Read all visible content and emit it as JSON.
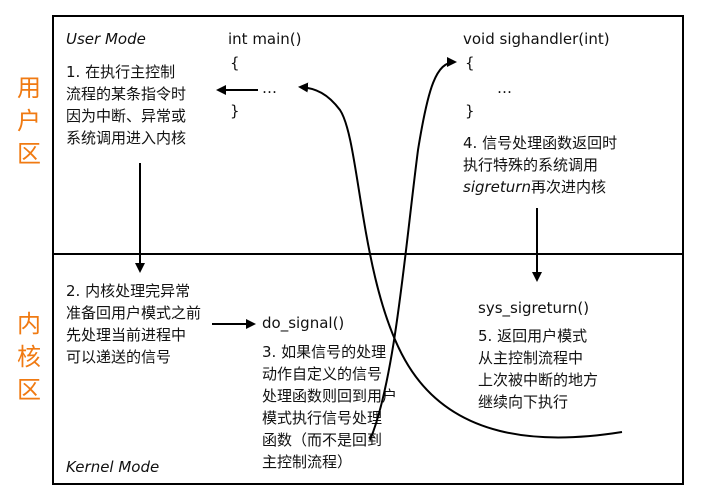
{
  "side_labels": {
    "user": [
      "用",
      "户",
      "区"
    ],
    "kernel": [
      "内",
      "核",
      "区"
    ]
  },
  "modes": {
    "user": "User Mode",
    "kernel": "Kernel Mode"
  },
  "code": {
    "main": "int main()",
    "main_open": "{",
    "main_dots": "…",
    "main_close": "}",
    "handler": "void sighandler(int)",
    "handler_open": "{",
    "handler_dots": "…",
    "handler_close": "}",
    "do_signal": "do_signal()",
    "sys_sigreturn": "sys_sigreturn()"
  },
  "steps": {
    "step1": [
      "1. 在执行主控制",
      "流程的某条指令时",
      "因为中断、异常或",
      "系统调用进入内核"
    ],
    "step2": [
      "2. 内核处理完异常",
      "准备回用户模式之前",
      "先处理当前进程中",
      "可以递送的信号"
    ],
    "step3": [
      "3. 如果信号的处理",
      "动作自定义的信号",
      "处理函数则回到用户",
      "模式执行信号处理",
      "函数（而不是回到",
      "主控制流程）"
    ],
    "step4_lines": [
      "4. 信号处理函数返回时",
      "执行特殊的系统调用"
    ],
    "step4_italic": "sigreturn",
    "step4_tail": "再次进内核",
    "step5": [
      "5. 返回用户模式",
      "从主控制流程中",
      "上次被中断的地方",
      "继续向下执行"
    ]
  }
}
